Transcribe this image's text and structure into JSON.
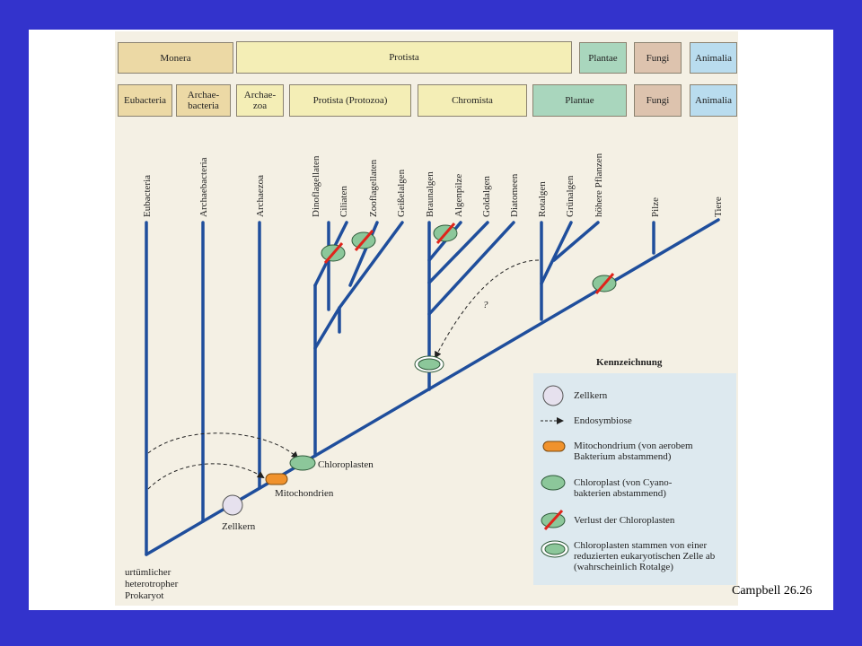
{
  "top_row": [
    {
      "label": "Monera",
      "color": "monera"
    },
    {
      "label": "Protista",
      "color": "protista"
    },
    {
      "label": "Plantae",
      "color": "plantae"
    },
    {
      "label": "Fungi",
      "color": "fungi"
    },
    {
      "label": "Animalia",
      "color": "animalia"
    }
  ],
  "second_row": [
    {
      "label": "Eubacteria",
      "color": "monera"
    },
    {
      "label": "Archae-\nbacteria",
      "color": "monera"
    },
    {
      "label": "Archae-\nzoa",
      "color": "protista"
    },
    {
      "label": "Protista (Protozoa)",
      "color": "protista"
    },
    {
      "label": "Chromista",
      "color": "protista"
    },
    {
      "label": "Plantae",
      "color": "plantae"
    },
    {
      "label": "Fungi",
      "color": "fungi"
    },
    {
      "label": "Animalia",
      "color": "animalia"
    }
  ],
  "taxa": [
    "Eubacteria",
    "Archaebacteria",
    "Archaezoa",
    "Dinoflagellaten",
    "Ciliaten",
    "Zooflagellaten",
    "Geißelalgen",
    "Braunalgen",
    "Algenpilze",
    "Goldalgen",
    "Diatomeen",
    "Rotalgen",
    "Grünalgen",
    "höhere Pflanzen",
    "Pilze",
    "Tiere"
  ],
  "annotations": {
    "chloroplasten": "Chloroplasten",
    "mitochondrien": "Mitochondrien",
    "zellkern": "Zellkern",
    "question": "?",
    "root": [
      "urtümlicher",
      "heterotropher",
      "Prokaryot"
    ]
  },
  "legend": {
    "title": "Kennzeichnung",
    "items": [
      {
        "icon": "nucleus-icon",
        "text": "Zellkern"
      },
      {
        "icon": "dashed-arrow-icon",
        "text": "Endosymbiose"
      },
      {
        "icon": "mitochondrion-icon",
        "text": "Mitochondrium (von aerobem Bakterium abstammend)"
      },
      {
        "icon": "chloroplast-icon",
        "text": "Chloroplast (von Cyano-bakterien abstammend)"
      },
      {
        "icon": "chloroplast-loss-icon",
        "text": "Verlust der Chloroplasten"
      },
      {
        "icon": "double-membrane-chloroplast-icon",
        "text": "Chloroplasten stammen von einer reduzierten eukaryotischen Zelle ab (wahrscheinlich Rotalge)"
      }
    ]
  },
  "credit": "Campbell 26.26",
  "colors": {
    "background": "#3333cc",
    "branch": "#1f4e9c",
    "chloroplast": "#8cc79a",
    "mitochondrion": "#f0922c",
    "nucleus": "#e6e1ee",
    "loss": "#e0241b"
  }
}
